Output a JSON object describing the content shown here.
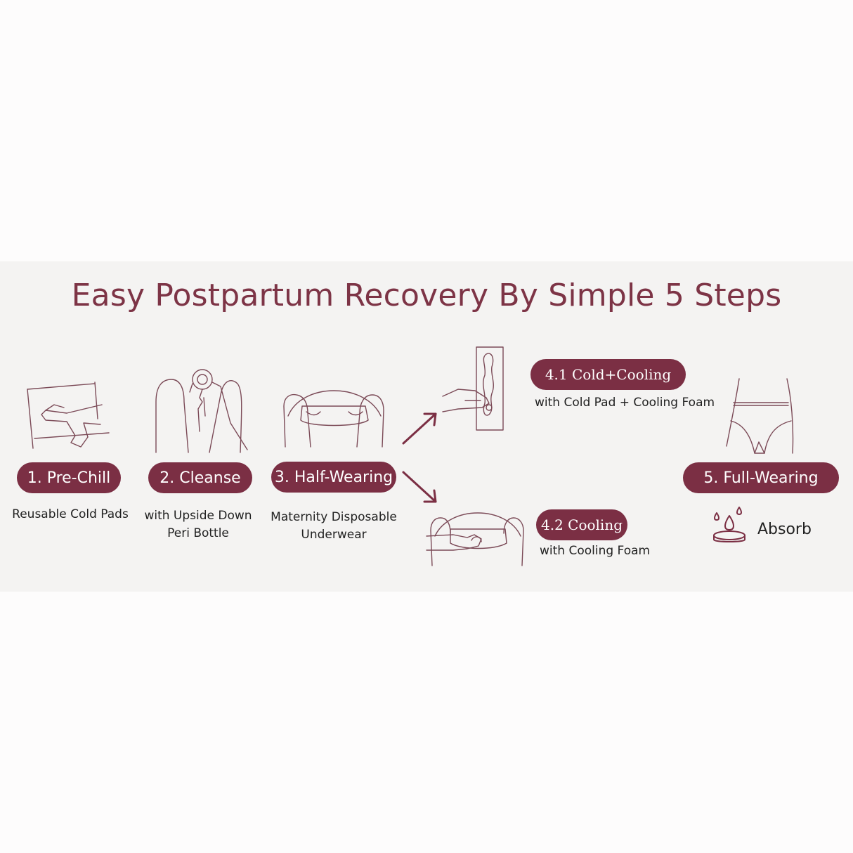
{
  "title": "Easy Postpartum Recovery By Simple 5 Steps",
  "steps": [
    {
      "label": "1. Pre-Chill",
      "caption_lines": [
        "Reusable Cold Pads"
      ]
    },
    {
      "label": "2. Cleanse",
      "caption_lines": [
        "with Upside Down",
        "Peri Bottle"
      ]
    },
    {
      "label": "3. Half-Wearing",
      "caption_lines": [
        "Maternity Disposable",
        "Underwear"
      ]
    },
    {
      "label": "4.1 Cold+Cooling",
      "caption_lines": [
        "with Cold Pad + Cooling Foam"
      ]
    },
    {
      "label": "4.2 Cooling",
      "caption_lines": [
        "with Cooling Foam"
      ]
    },
    {
      "label": "5. Full-Wearing",
      "caption_lines": [
        "Absorb"
      ]
    }
  ],
  "icons": [
    "cold-pad-hand-icon",
    "peri-bottle-icon",
    "underwear-half-icon",
    "pad-apply-icon",
    "foam-apply-icon",
    "underwear-full-icon",
    "absorb-drops-icon",
    "arrow-up-right-icon",
    "arrow-down-right-icon"
  ],
  "colors": {
    "accent": "#7b2f44",
    "title": "#7d3446",
    "band": "#f4f3f2",
    "line": "#7b4a57"
  }
}
